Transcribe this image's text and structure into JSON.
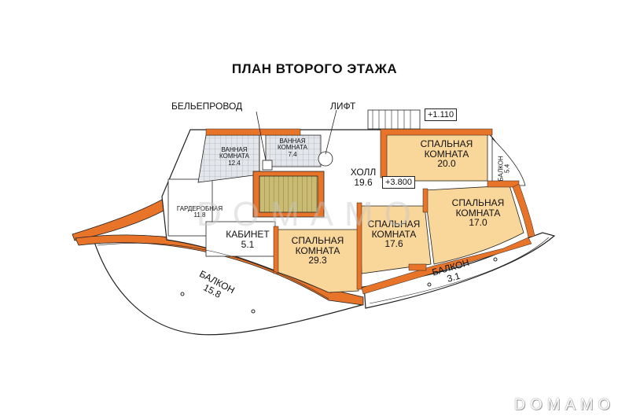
{
  "title": "ПЛАН  ВТОРОГО ЭТАЖА",
  "callouts": {
    "laundry_chute": "БЕЛЬЕПРОВОД",
    "elevator": "ЛИФТ"
  },
  "levels": {
    "upper": "+1.110",
    "floor": "+3.800"
  },
  "rooms": {
    "bath1": {
      "name": "ВАННАЯ\nКОМНАТА",
      "area": "12.4"
    },
    "bath2": {
      "name": "ВАННАЯ\nКОМНАТА",
      "area": "7.4"
    },
    "hall": {
      "name": "ХОЛЛ",
      "area": "19.6"
    },
    "bed1": {
      "name": "СПАЛЬНАЯ\nКОМНАТА",
      "area": "20.0"
    },
    "balcony_small": {
      "name": "БАЛКОН",
      "area": "5.4"
    },
    "wardrobe": {
      "name": "ГАРДЕРОБНАЯ",
      "area": "11.8"
    },
    "office": {
      "name": "КАБИНЕТ",
      "area": "5.1"
    },
    "bed2": {
      "name": "СПАЛЬНАЯ\nКОМНАТА",
      "area": "29.3"
    },
    "bed3": {
      "name": "СПАЛЬНАЯ\nКОМНАТА",
      "area": "17.6"
    },
    "bed4": {
      "name": "СПАЛЬНАЯ\nКОМНАТА",
      "area": "17.0"
    },
    "balcony_big": {
      "name": "БАЛКОН",
      "area": "15.8"
    },
    "balcony_mid": {
      "name": "БАЛКОН",
      "area": "3.1"
    }
  },
  "watermark": "DOMAMO",
  "brand": "DOMAMO",
  "colors": {
    "wall": "#e8742a",
    "bedroom": "#f9d69a",
    "tile": "#c9cdd3",
    "stair": "#c3b36a",
    "outline": "#222222"
  }
}
